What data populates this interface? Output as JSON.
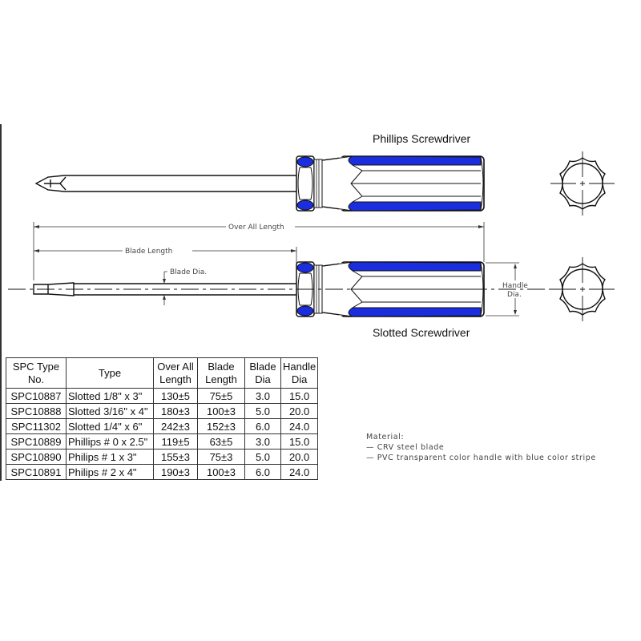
{
  "titles": {
    "phillips": "Phillips Screwdriver",
    "slotted": "Slotted Screwdriver"
  },
  "dimensions": {
    "overall_length": "Over All Length",
    "blade_length": "Blade Length",
    "blade_dia": "Blade Dia.",
    "handle_dia_line1": "Handle",
    "handle_dia_line2": "Dia."
  },
  "colors": {
    "stripe": "#1a2ee0",
    "line": "#111111"
  },
  "table": {
    "headers": [
      [
        "SPC Type",
        "No."
      ],
      [
        "Type"
      ],
      [
        "Over All",
        "Length"
      ],
      [
        "Blade",
        "Length"
      ],
      [
        "Blade",
        "Dia"
      ],
      [
        "Handle",
        "Dia"
      ]
    ],
    "rows": [
      [
        "SPC10887",
        "Slotted 1/8\" x 3\"",
        "130±5",
        "75±5",
        "3.0",
        "15.0"
      ],
      [
        "SPC10888",
        "Slotted 3/16\" x 4\"",
        "180±3",
        "100±3",
        "5.0",
        "20.0"
      ],
      [
        "SPC11302",
        "Slotted 1/4\" x 6\"",
        "242±3",
        "152±3",
        "6.0",
        "24.0"
      ],
      [
        "SPC10889",
        "Phillips # 0 x 2.5\"",
        "119±5",
        "63±5",
        "3.0",
        "15.0"
      ],
      [
        "SPC10890",
        "Philips # 1 x 3\"",
        "155±3",
        "75±3",
        "5.0",
        "20.0"
      ],
      [
        "SPC10891",
        "Philips # 2 x 4\"",
        "190±3",
        "100±3",
        "6.0",
        "24.0"
      ]
    ]
  },
  "material": {
    "heading": "Material:",
    "items": [
      "—  CRV steel blade",
      "—  PVC transparent color handle with blue color stripe"
    ]
  }
}
